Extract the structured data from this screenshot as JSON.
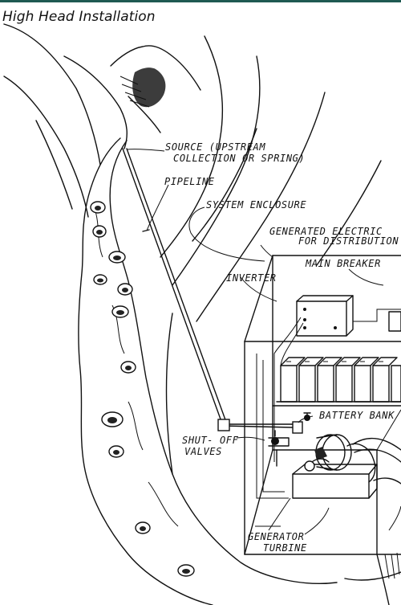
{
  "title": "High Head Installation",
  "labels": {
    "source_line1": "SOURCE (UPSTREAM",
    "source_line2": "COLLECTION OR SPRING)",
    "pipeline": "PIPELINE",
    "system_enclosure": "SYSTEM ENCLOSURE",
    "generated_line1": "GENERATED ELECTRIC",
    "generated_line2": "FOR DISTRIBUTION",
    "main_breaker": "MAIN BREAKER",
    "inverter": "INVERTER",
    "battery_bank": "BATTERY BANK",
    "shutoff_line1": "SHUT- OFF",
    "shutoff_line2": "VALVES",
    "generator": "GENERATOR",
    "turbine": "TURBINE"
  },
  "colors": {
    "accent_rule": "#1f5a52",
    "ink": "#111111"
  }
}
